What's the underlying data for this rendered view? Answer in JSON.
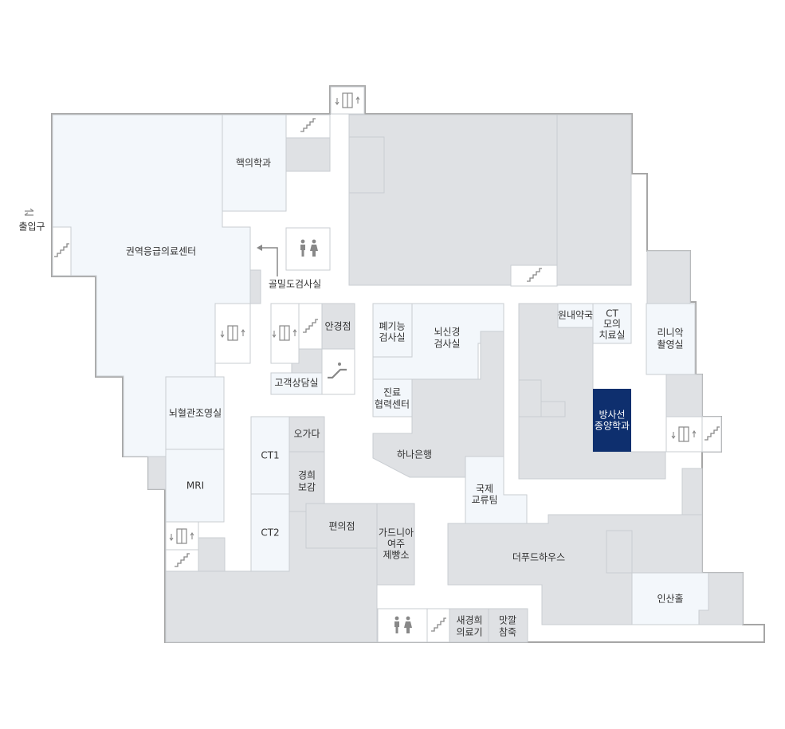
{
  "colors": {
    "background": "#ffffff",
    "room_light": "#f3f7fb",
    "room_gray": "#dfe1e4",
    "outline": "#a6a6a6",
    "highlight": "#0e2f6e",
    "text": "#333333",
    "icon": "#888888"
  },
  "entrance": {
    "icon": "exit-arrows-icon",
    "label": "출입구"
  },
  "rooms": {
    "emergency_center": "권역응급의료센터",
    "nuclear_medicine": "핵의학과",
    "bone_density": "골밀도검사실",
    "cerebrovascular": "뇌혈관조영실",
    "mri": "MRI",
    "ct1": "CT1",
    "ct2": "CT2",
    "ogada": "오가다",
    "kyunghee_storage": [
      "경희",
      "보감"
    ],
    "optical_store": "안경점",
    "customer_consult": "고객상담실",
    "lung_function": [
      "폐기능",
      "검사실"
    ],
    "neuro_exam": [
      "뇌신경",
      "검사실"
    ],
    "care_cooperation": [
      "진료",
      "협력센터"
    ],
    "hana_bank": "하나은행",
    "international": [
      "국제",
      "교류팀"
    ],
    "convenience_store": "편의점",
    "gardenia_bakery": [
      "가드니아",
      "여주",
      "제빵소"
    ],
    "pharmacy": "원내약국",
    "ct_simulation": [
      "CT",
      "모의",
      "치료실"
    ],
    "radiation_oncology": [
      "방사선",
      "종양학과"
    ],
    "linac": [
      "리니악",
      "촬영실"
    ],
    "the_food_house": "더푸드하우스",
    "insan_hall": "인산홀",
    "saegyunghee_medical": [
      "새경희",
      "의료기"
    ],
    "matkkal_chamjuk": [
      "맛깔",
      "참죽"
    ]
  },
  "icons": {
    "elevator": "elevator-icon",
    "stairs": "stairs-icon",
    "restroom": "restroom-icon",
    "escalator": "escalator-icon",
    "direction_arrow": "arrow-left-icon"
  }
}
